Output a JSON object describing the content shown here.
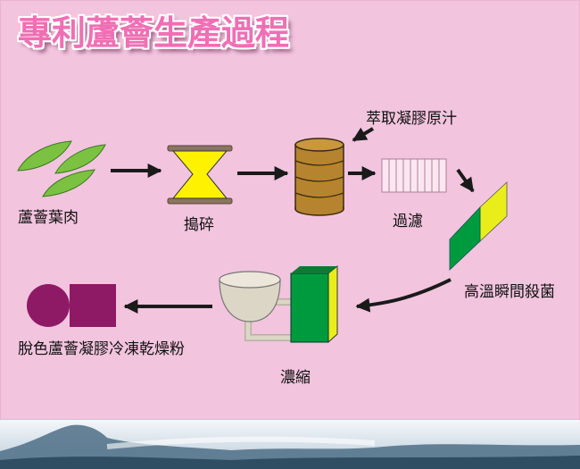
{
  "title": "專利蘆薈生產過程",
  "steps": {
    "leaf": "蘆薈葉肉",
    "crush": "搗碎",
    "extract": "萃取凝膠原汁",
    "filter": "過濾",
    "sterilize": "高溫瞬間殺菌",
    "concentrate": "濃縮",
    "freeze_dry": "脫色蘆薈凝膠冷凍乾燥粉"
  },
  "colors": {
    "background": "#f2c4de",
    "leaf_green": "#7cc242",
    "crusher_yellow": "#fff200",
    "barrel_brown": "#b6842e",
    "block_green": "#009a3e",
    "block_yellow": "#e9ee1b",
    "product_purple": "#8e1a66",
    "vessel_beige": "#dcd6c6",
    "arrow": "#1a1a1a",
    "title_pink": "#f06fb4"
  }
}
